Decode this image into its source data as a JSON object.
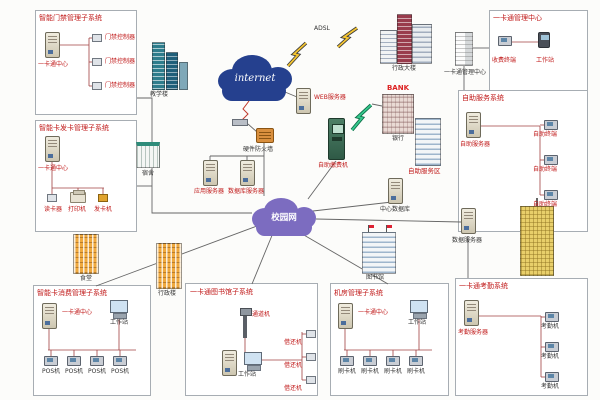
{
  "clouds": {
    "internet": "internet",
    "campus": "校园网"
  },
  "net": {
    "adsl": "ADSL",
    "web_server": "WEB服务器",
    "firewall": "硬件防火墙",
    "app_server": "应用服务器",
    "db_server": "数据库服务器",
    "kiosk": "自助缴费机",
    "bank_sign": "BANK",
    "bank": "银行",
    "service_area": "自助服务区",
    "admin_building": "行政大楼",
    "card_center": "一卡通管理中心",
    "center_db": "中心数据库",
    "data_server": "数据服务器"
  },
  "buildings": {
    "teaching": "教学楼",
    "dorm": "宿舍",
    "canteen": "食堂",
    "office": "行政楼",
    "library": "图书馆"
  },
  "boxes": {
    "access": {
      "title": "智能门禁管理子系统",
      "server": "一卡通中心",
      "items": [
        "门禁控制器",
        "门禁控制器",
        "门禁控制器"
      ]
    },
    "issue": {
      "title": "智能卡发卡管理子系统",
      "server": "一卡通中心",
      "items": [
        "读卡器",
        "打印机",
        "发卡机"
      ]
    },
    "mgmt": {
      "title": "一卡通管理中心",
      "items": [
        "收费终端",
        "工作站"
      ]
    },
    "selfsvc": {
      "title": "自助服务系统",
      "server": "自助服务器",
      "items": [
        "自助终端",
        "自助终端",
        "自助终端"
      ]
    },
    "attend": {
      "title": "一卡通考勤系统",
      "server": "考勤服务器",
      "items": [
        "考勤机",
        "考勤机",
        "考勤机"
      ]
    },
    "consume": {
      "title": "智能卡消费管理子系统",
      "server": "一卡通中心",
      "ws": "工作站",
      "items": [
        "POS机",
        "POS机",
        "POS机",
        "POS机"
      ]
    },
    "library_sys": {
      "title": "一卡通图书馆子系统",
      "gate": "通道机",
      "ws": "工作站",
      "items": [
        "借还机",
        "借还机",
        "借还机"
      ]
    },
    "room": {
      "title": "机房管理子系统",
      "server": "一卡通中心",
      "ws": "工作站",
      "items": [
        "刷卡机",
        "刷卡机",
        "刷卡机",
        "刷卡机"
      ]
    }
  }
}
